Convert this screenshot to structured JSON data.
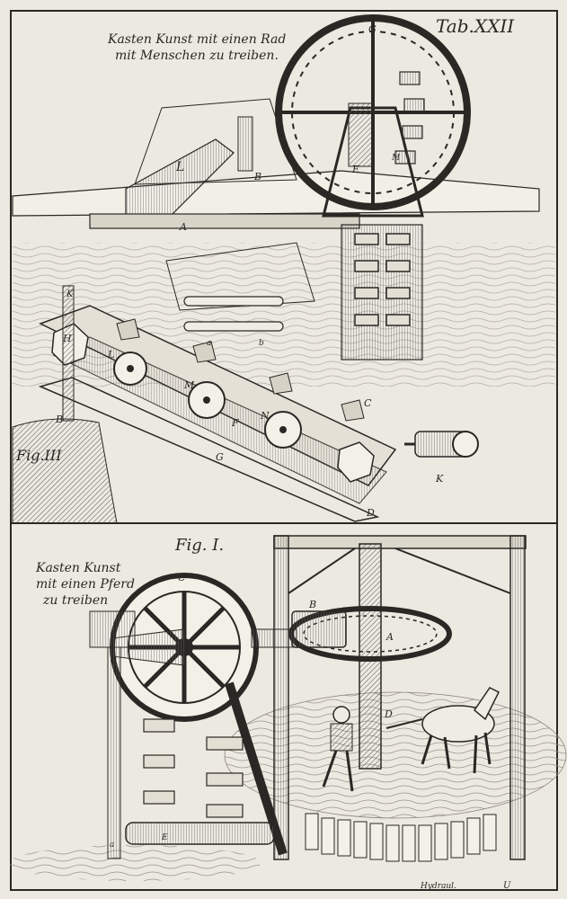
{
  "plate": {
    "number": "Tab.XXII",
    "top_title_line1": "Kasten Kunst mit einen Rad",
    "top_title_line2": "mit Menschen zu treiben.",
    "fig3_label": "Fig.III",
    "fig1_label": "Fig. I.",
    "fig1_title_line1": "Kasten Kunst",
    "fig1_title_line2": "mit einen Pferd",
    "fig1_title_line3": "zu treiben",
    "footer_right": "Hydraul.",
    "footer_mark": "U"
  },
  "letters": {
    "top": [
      "G",
      "E",
      "B",
      "A",
      "L",
      "M"
    ],
    "fig3": [
      "K",
      "H",
      "L",
      "M",
      "N",
      "C",
      "B",
      "F",
      "G",
      "D",
      "K",
      "a",
      "b"
    ],
    "fig1": [
      "C",
      "B",
      "A",
      "D",
      "a",
      "E"
    ]
  },
  "colors": {
    "paper": "#ece9e1",
    "ink": "#2a2824",
    "shade": "#8a857a"
  }
}
